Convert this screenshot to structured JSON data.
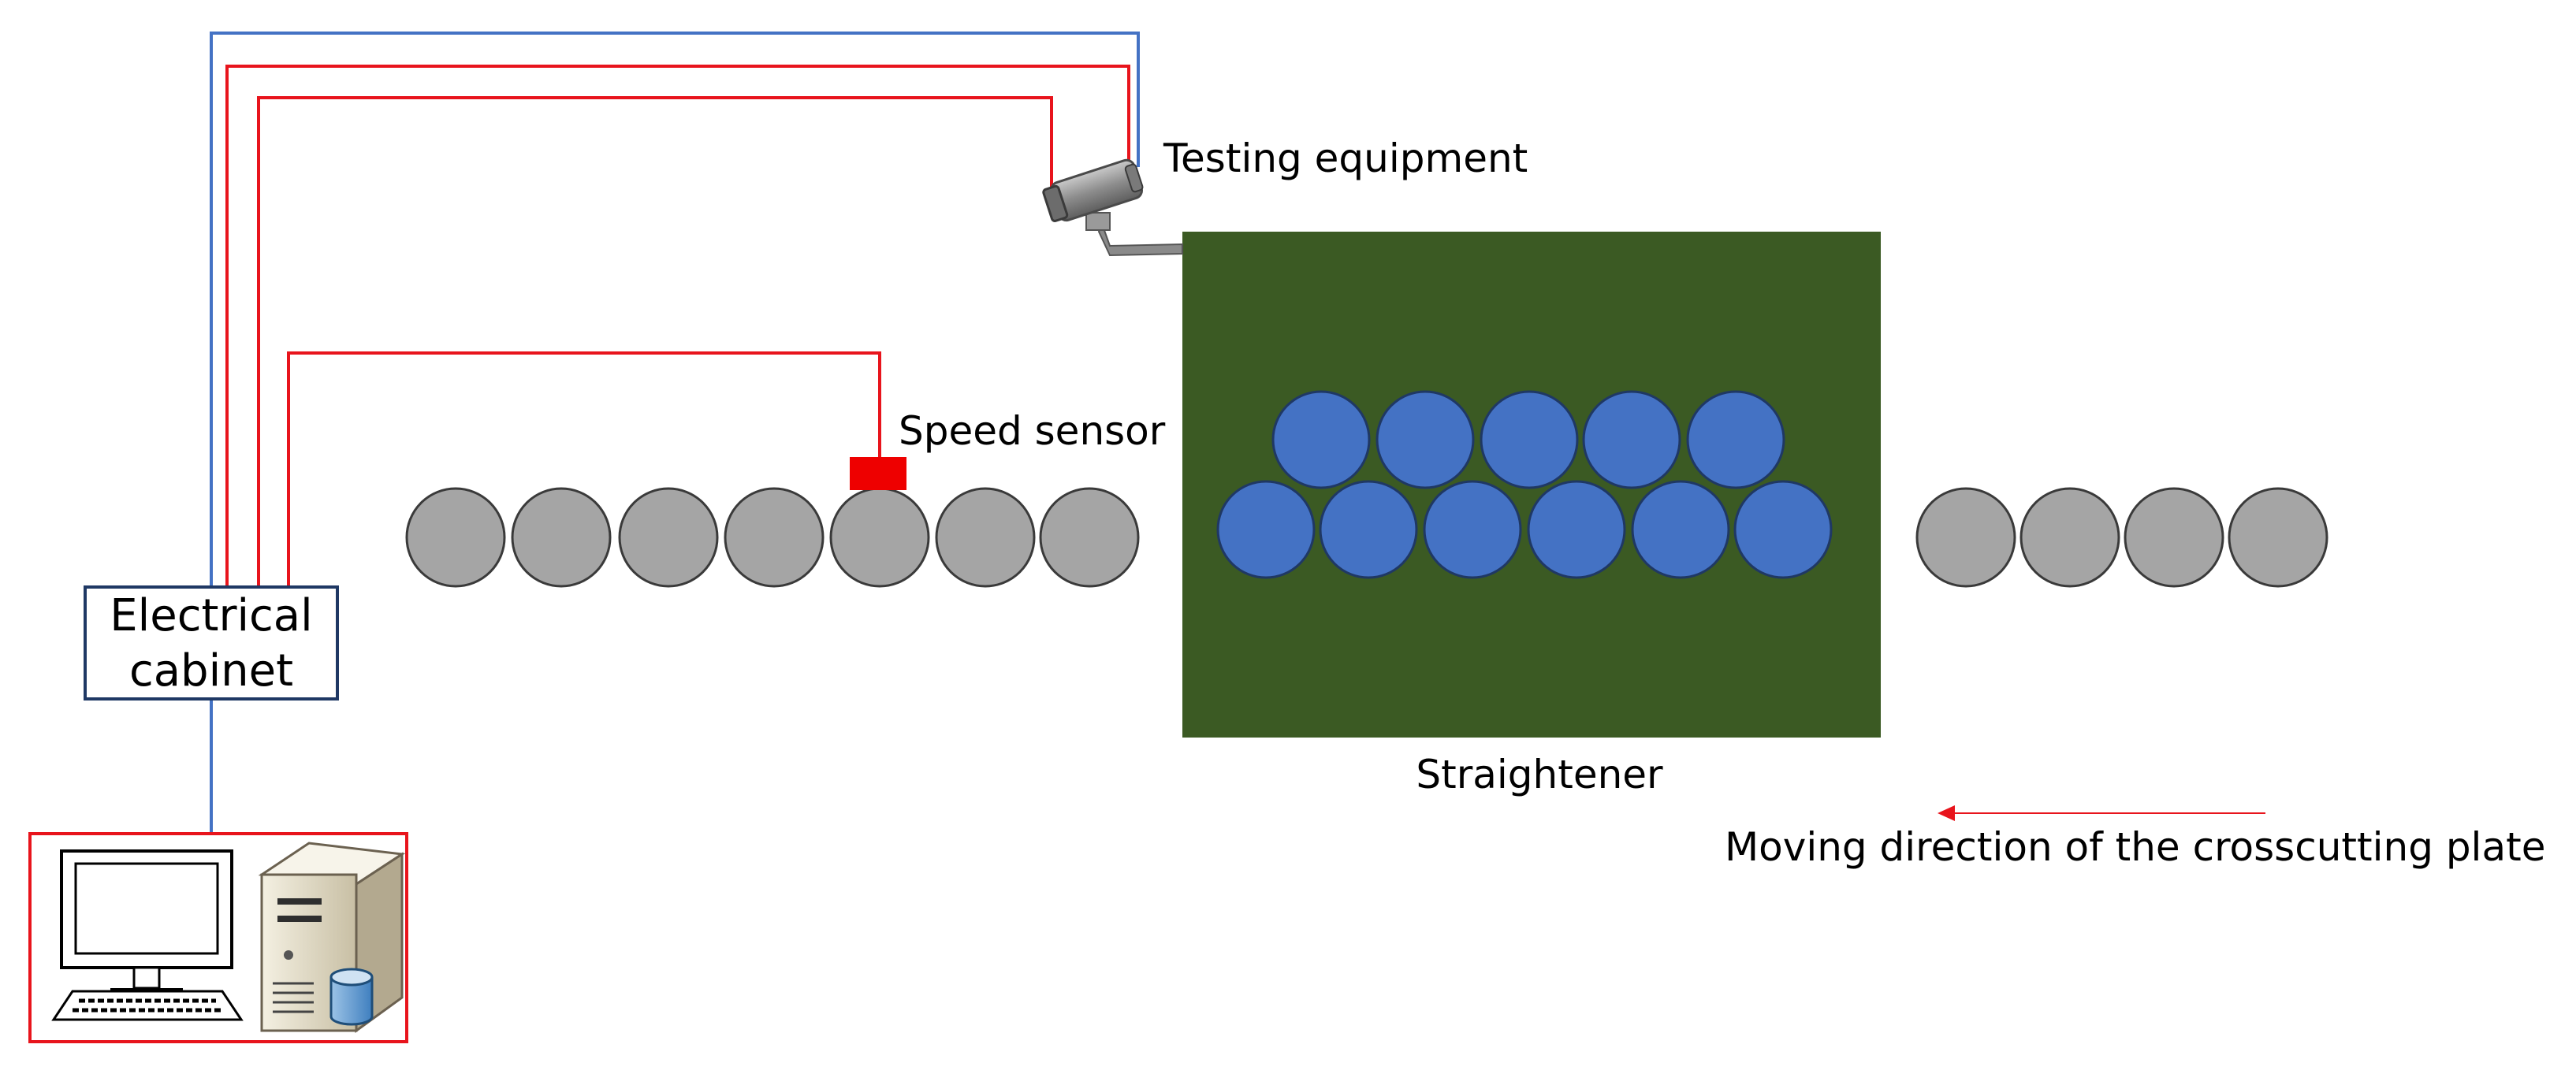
{
  "labels": {
    "testing_equipment": "Testing equipment",
    "speed_sensor": "Speed sensor",
    "electrical_cabinet_line1": "Electrical",
    "electrical_cabinet_line2": "cabinet",
    "straightener": "Straightener",
    "moving_direction": "Moving direction of the crosscutting plate"
  },
  "colors": {
    "signal_wire": "#e8141c",
    "data_wire": "#4472c4",
    "straightener_fill": "#3b5a23",
    "roller_gray": "#a5a5a5",
    "roller_blue": "#4472c4",
    "sensor": "#ee0000",
    "cabinet_border": "#1f3864",
    "computer_box_border": "#e8141c",
    "direction_arrow": "#e8141c"
  },
  "icons": {
    "testing_equipment": "camera-icon",
    "speed_sensor": "sensor-block-icon",
    "computer": "desktop-computer-icon",
    "server": "server-database-icon",
    "direction": "arrow-left-icon"
  },
  "counts": {
    "entry_rollers": 7,
    "straightener_upper_rollers": 5,
    "straightener_lower_rollers": 6,
    "exit_rollers": 4
  }
}
